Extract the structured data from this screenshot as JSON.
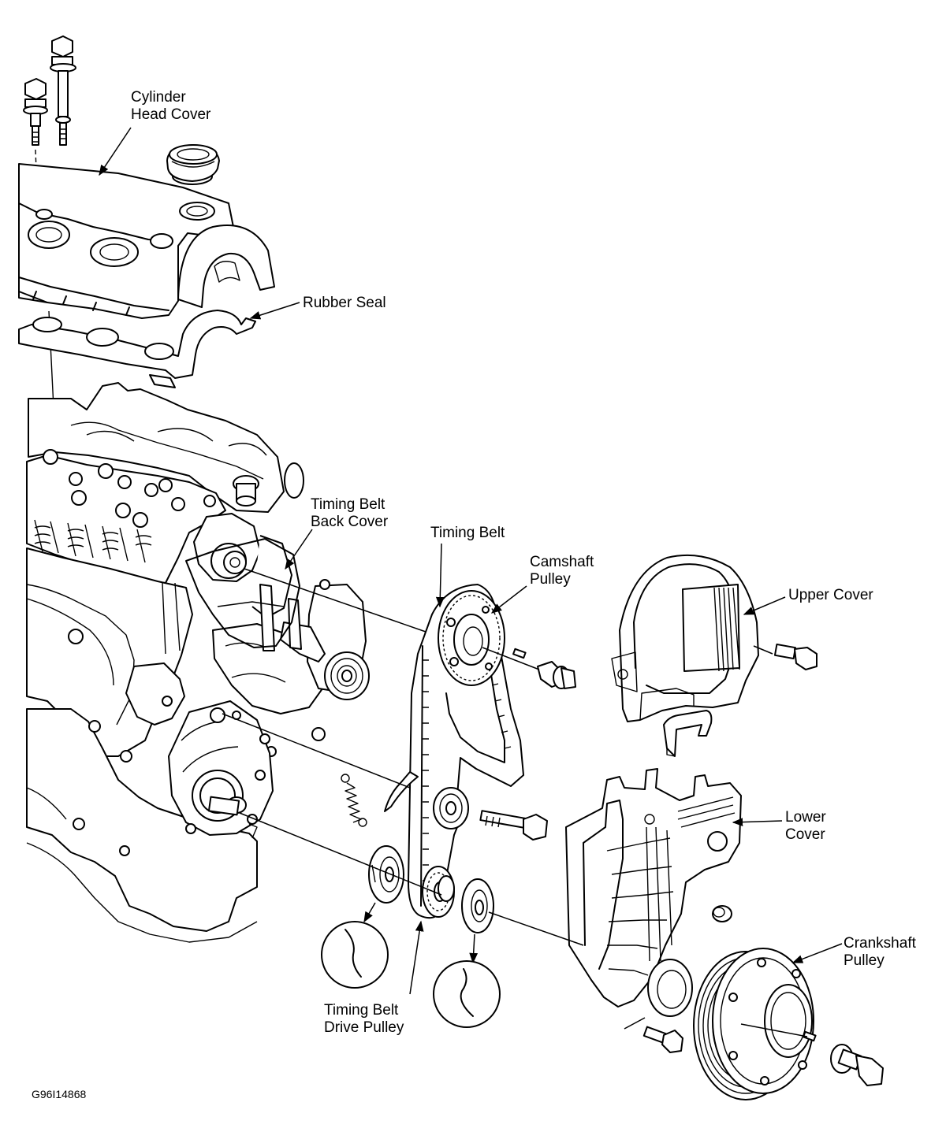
{
  "labels": {
    "cylinder_head_cover": [
      "Cylinder",
      "Head Cover"
    ],
    "rubber_seal": "Rubber Seal",
    "timing_belt_back_cover": [
      "Timing Belt",
      "Back Cover"
    ],
    "timing_belt": "Timing Belt",
    "camshaft_pulley": [
      "Camshaft",
      "Pulley"
    ],
    "upper_cover": "Upper Cover",
    "lower_cover": [
      "Lower",
      "Cover"
    ],
    "crankshaft_pulley": [
      "Crankshaft",
      "Pulley"
    ],
    "timing_belt_drive_pulley": [
      "Timing Belt",
      "Drive Pulley"
    ]
  },
  "figure_code": "G96I14868"
}
